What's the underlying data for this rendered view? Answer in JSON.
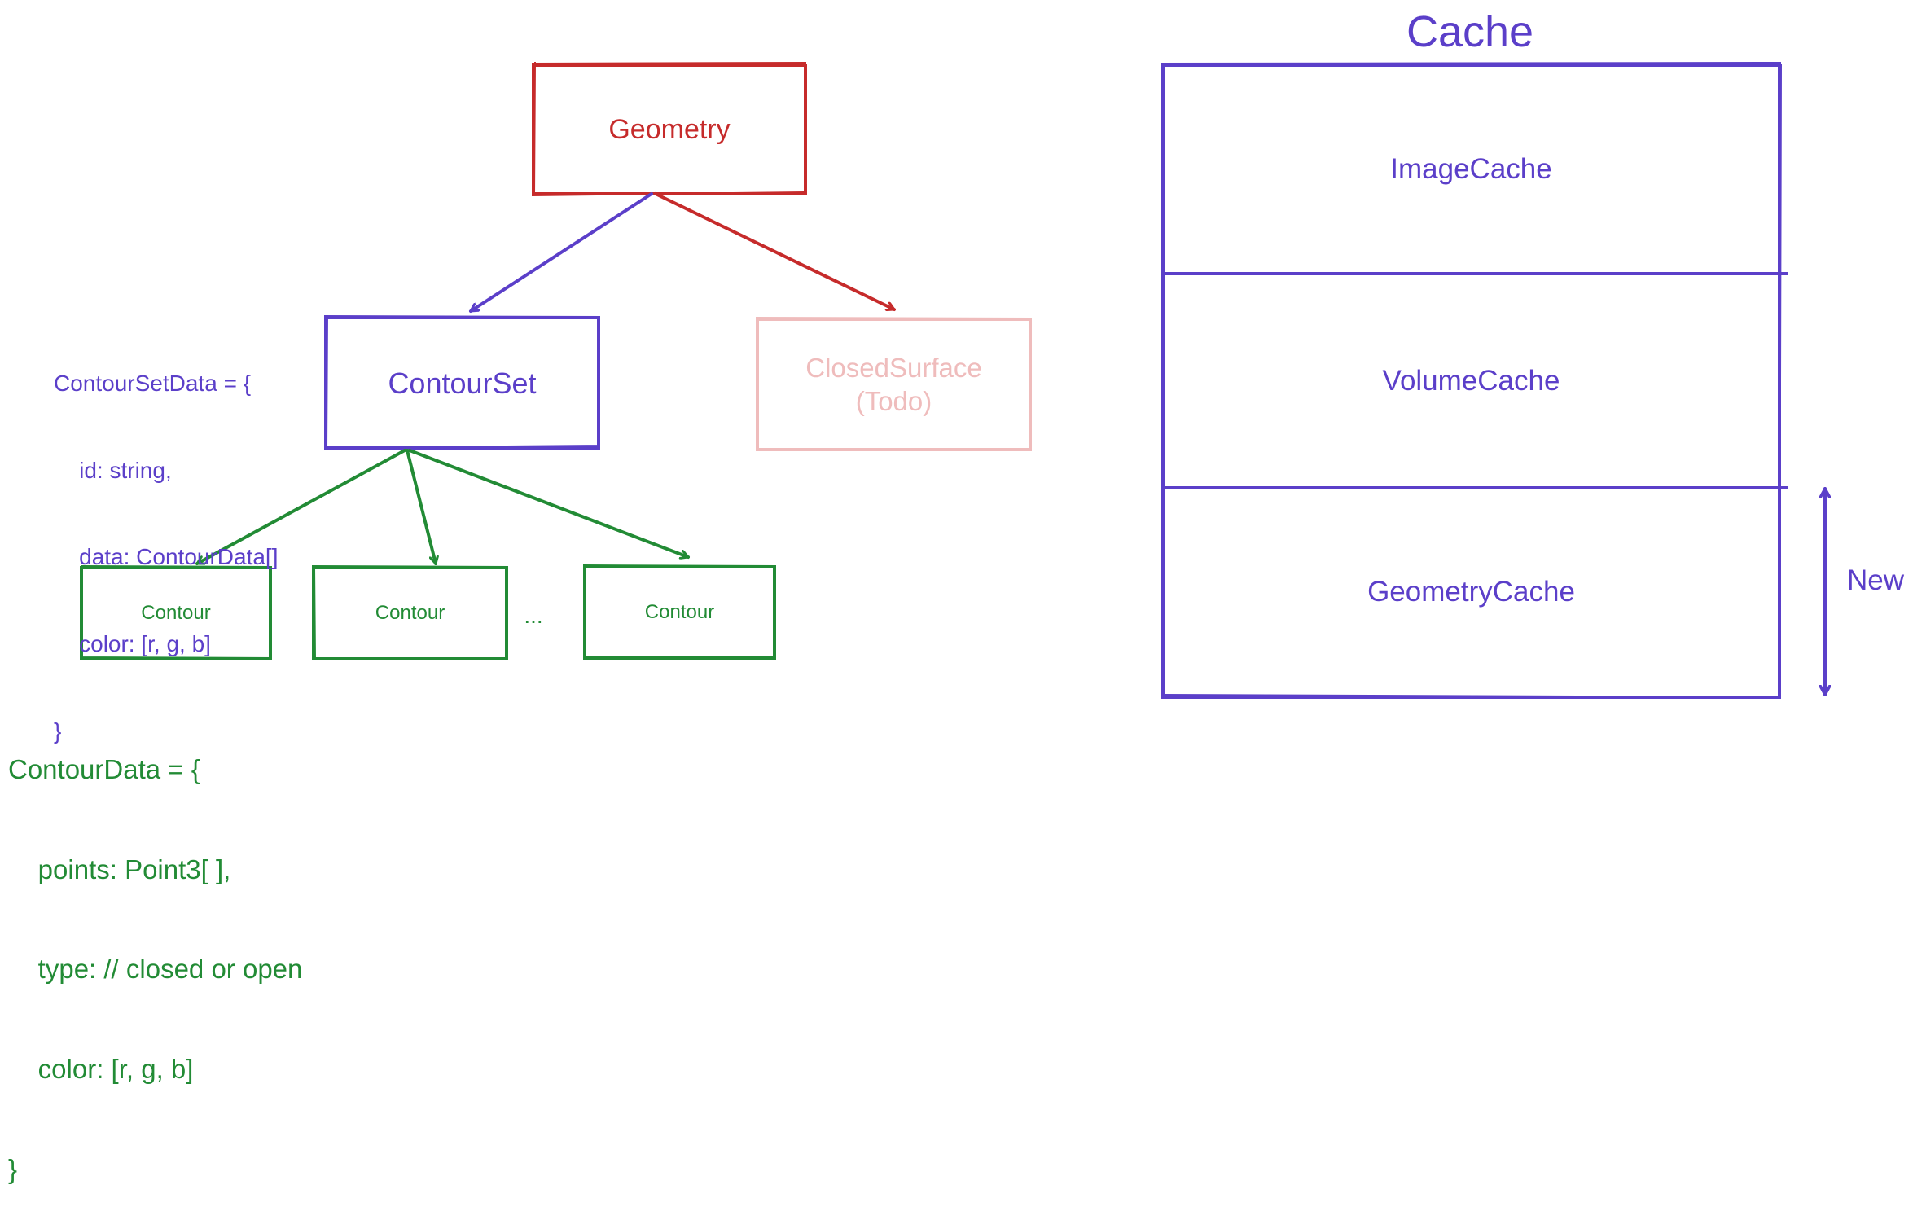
{
  "colors": {
    "red": "#c62b2b",
    "purple": "#5b3fc9",
    "green": "#228b35",
    "faded_red": "#efbcbc"
  },
  "hierarchy": {
    "root": "Geometry",
    "contour_set": "ContourSet",
    "closed_surface": "ClosedSurface\n(Todo)",
    "contours": [
      "Contour",
      "Contour",
      "Contour"
    ],
    "ellipsis": "..."
  },
  "code": {
    "contour_set_data": [
      "ContourSetData = {",
      "    id: string,",
      "    data: ContourData[]",
      "    color: [r, g, b]",
      "}"
    ],
    "contour_data": [
      "ContourData = {",
      "    points: Point3[ ],",
      "    type: // closed or open",
      "    color: [r, g, b]",
      "}"
    ]
  },
  "cache": {
    "title": "Cache",
    "sections": [
      "ImageCache",
      "VolumeCache",
      "GeometryCache"
    ],
    "new_label": "New"
  }
}
